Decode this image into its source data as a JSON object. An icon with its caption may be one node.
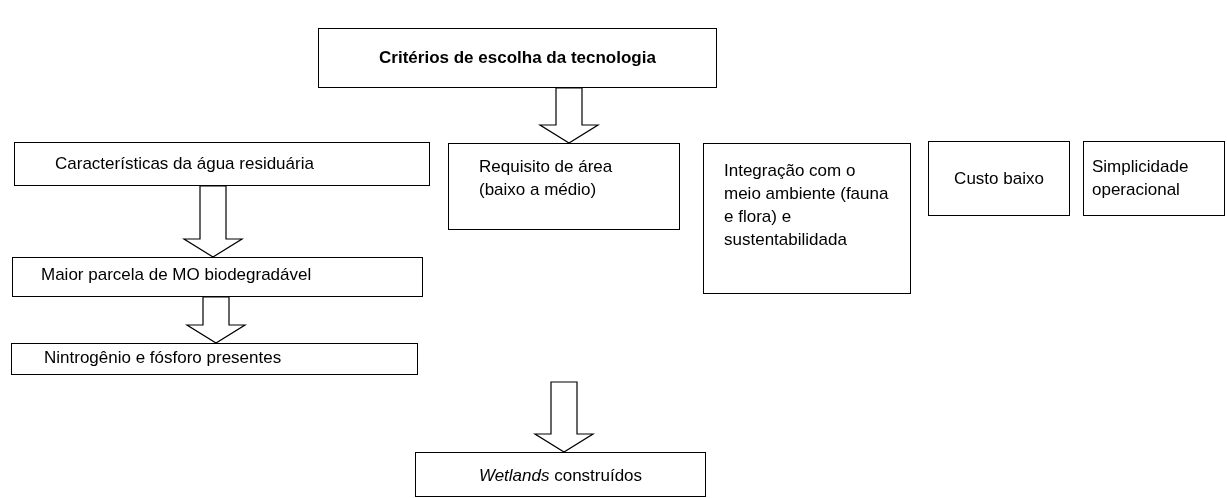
{
  "diagram": {
    "nodes": [
      {
        "text": [
          "Critérios de escolha da tecnologia"
        ]
      },
      {
        "text": [
          "Características da água residuária"
        ]
      },
      {
        "text": [
          "Requisito de área (baixo a médio)"
        ]
      },
      {
        "text": [
          "Integração com o meio ambiente (fauna e flora) e sustentabilidada"
        ]
      },
      {
        "text": [
          "Custo baixo"
        ]
      },
      {
        "text": [
          "Simplicidade operacional"
        ]
      },
      {
        "text": [
          "Maior parcela de MO biodegradável"
        ]
      },
      {
        "text": [
          "Nintrogênio e fósforo presentes"
        ]
      },
      {
        "text": [
          "*Wetlands* construídos"
        ]
      }
    ],
    "edges": [
      {
        "from": 0,
        "to": 2,
        "arrow": "to"
      },
      {
        "from": 1,
        "to": 6,
        "arrow": "to"
      },
      {
        "from": 6,
        "to": 7,
        "arrow": "to"
      },
      {
        "from": null,
        "to": 8,
        "arrow": "to"
      }
    ]
  }
}
